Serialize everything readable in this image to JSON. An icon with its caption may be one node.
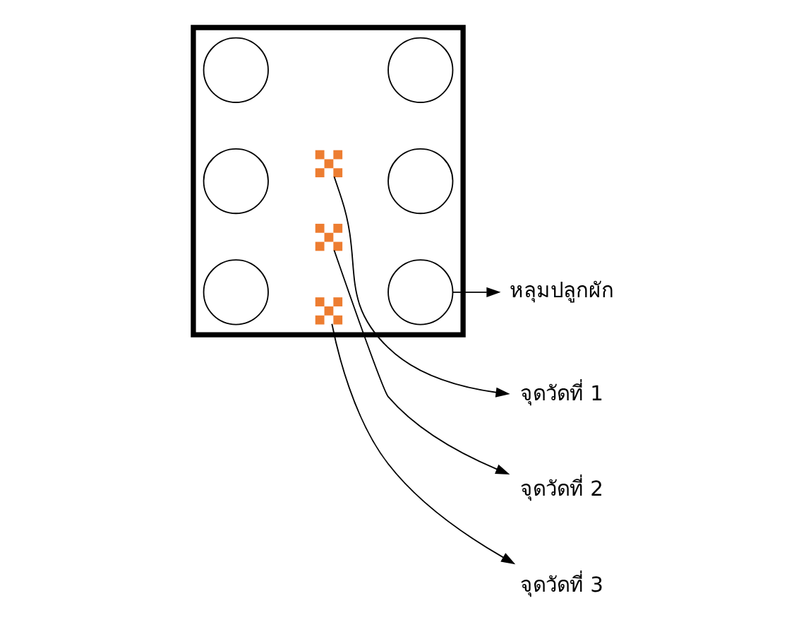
{
  "diagram": {
    "nodes": [
      {
        "text": [],
        "shape": "box"
      },
      {
        "text": [],
        "shape": "circle",
        "in": 0
      },
      {
        "text": [],
        "shape": "cross",
        "in": 0
      },
      {
        "text": [],
        "shape": "circle",
        "in": 0
      },
      {
        "text": [
          "จุดวัดที่ 1"
        ]
      },
      {
        "text": [],
        "shape": "circle",
        "in": 0
      },
      {
        "text": [],
        "shape": "cross",
        "in": 0
      },
      {
        "text": [],
        "shape": "circle",
        "in": 0
      },
      {
        "text": [
          "จุดวัดที่ 2"
        ]
      },
      {
        "text": [
          "หลุมปลูกผัก"
        ]
      },
      {
        "text": [],
        "shape": "circle",
        "in": 0
      },
      {
        "text": [],
        "shape": "cross",
        "in": 0
      },
      {
        "text": [],
        "shape": "circle",
        "in": 0
      },
      {
        "text": [
          "จุดวัดที่ 3"
        ]
      }
    ],
    "edges": [
      {
        "from": 2,
        "to": 4,
        "arrow": "to"
      },
      {
        "from": 6,
        "to": 8,
        "arrow": "to"
      },
      {
        "from": 12,
        "to": 9,
        "arrow": "to"
      },
      {
        "from": 11,
        "to": 13,
        "arrow": "to"
      }
    ]
  }
}
